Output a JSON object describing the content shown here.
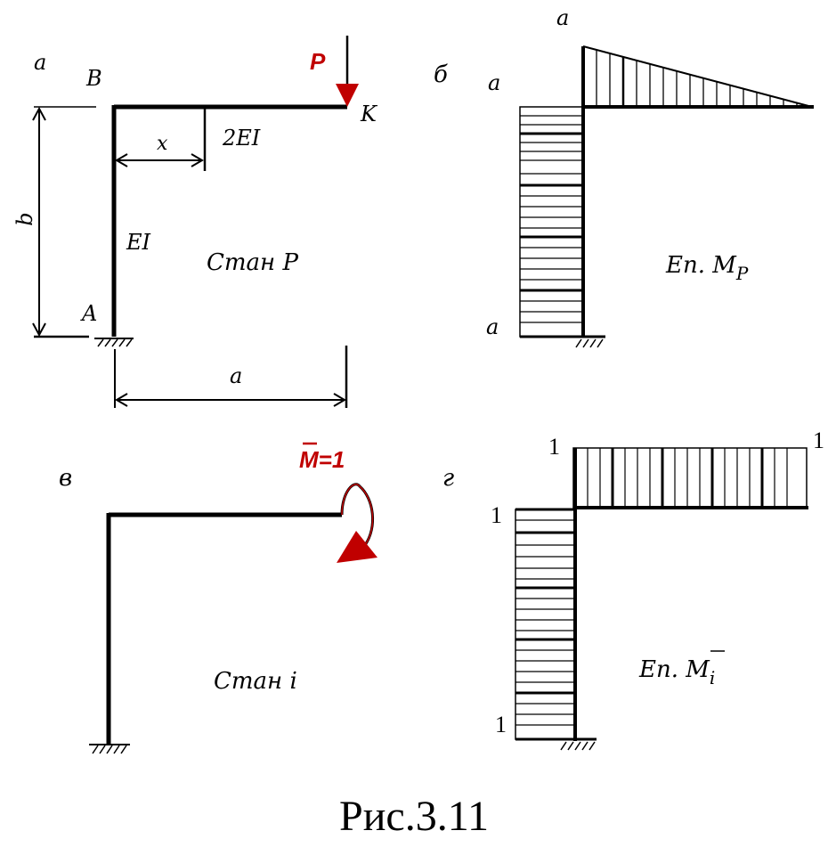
{
  "figure": {
    "caption": "Рис.3.11",
    "colors": {
      "ink": "#000000",
      "load": "#c00000"
    }
  },
  "panel_a": {
    "panel_letter": "а",
    "node_b": "B",
    "node_k": "K",
    "node_a": "A",
    "load": "P",
    "dim_x": "x",
    "dim_b": "b",
    "dim_a": "a",
    "stiffness_beam": "2EI",
    "stiffness_column": "EI",
    "state_label": "Стан P"
  },
  "panel_b": {
    "panel_letter": "б",
    "top_value": "a",
    "joint_value": "a",
    "base_value": "a",
    "diagram_label_prefix": "Еп. M",
    "diagram_label_sub": "P"
  },
  "panel_c": {
    "panel_letter": "в",
    "moment_label": "M",
    "moment_value": "=1",
    "state_label": "Стан i"
  },
  "panel_d": {
    "panel_letter": "г",
    "beam_left_value": "1",
    "beam_right_value": "1",
    "joint_value": "1",
    "base_value": "1",
    "diagram_label_prefix": "Еп. M",
    "diagram_label_sub": "i"
  }
}
